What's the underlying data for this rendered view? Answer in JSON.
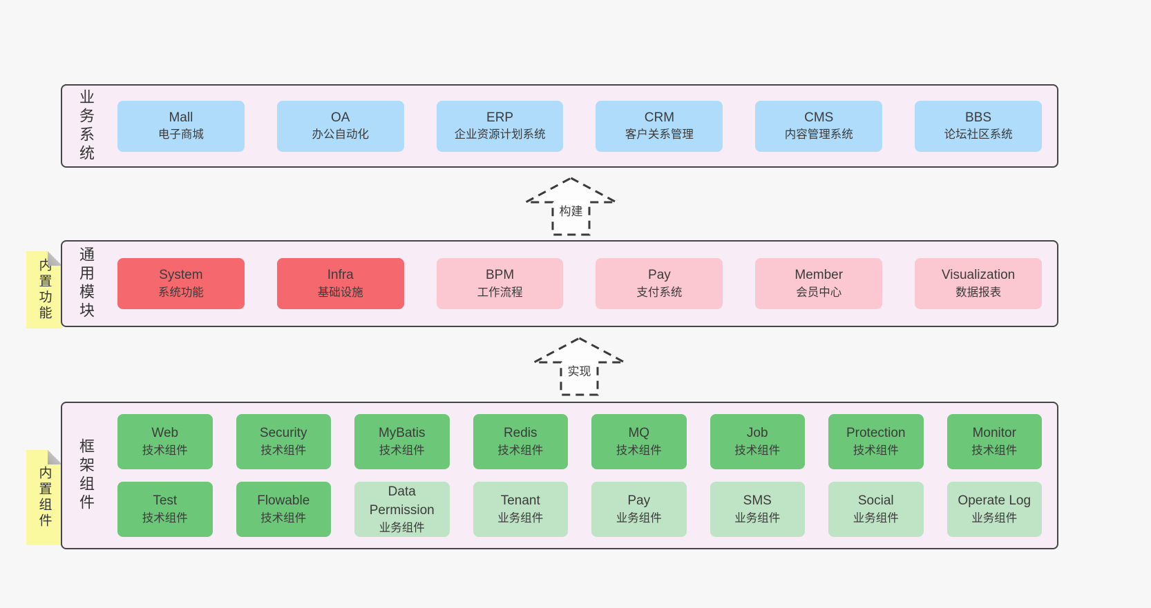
{
  "colors": {
    "background": "#f7f7f7",
    "panel_bg": "#f8edf6",
    "panel_border": "#454545",
    "blue": "#aedcfa",
    "red": "#f5696e",
    "pink": "#fbc8d1",
    "green": "#6dc779",
    "light_green": "#bfe3c5",
    "tab_yellow": "#fbf9a0"
  },
  "business": {
    "label": "业务系统",
    "boxes": [
      {
        "name": "Mall",
        "desc": "电子商城"
      },
      {
        "name": "OA",
        "desc": "办公自动化"
      },
      {
        "name": "ERP",
        "desc": "企业资源计划系统"
      },
      {
        "name": "CRM",
        "desc": "客户关系管理"
      },
      {
        "name": "CMS",
        "desc": "内容管理系统"
      },
      {
        "name": "BBS",
        "desc": "论坛社区系统"
      }
    ]
  },
  "modules": {
    "label": "通用模块",
    "tab": "内置功能",
    "boxes": [
      {
        "name": "System",
        "desc": "系统功能"
      },
      {
        "name": "Infra",
        "desc": "基础设施"
      },
      {
        "name": "BPM",
        "desc": "工作流程"
      },
      {
        "name": "Pay",
        "desc": "支付系统"
      },
      {
        "name": "Member",
        "desc": "会员中心"
      },
      {
        "name": "Visualization",
        "desc": "数据报表"
      }
    ]
  },
  "components": {
    "label": "框架组件",
    "tab": "内置组件",
    "row1": [
      {
        "name": "Web",
        "desc": "技术组件"
      },
      {
        "name": "Security",
        "desc": "技术组件"
      },
      {
        "name": "MyBatis",
        "desc": "技术组件"
      },
      {
        "name": "Redis",
        "desc": "技术组件"
      },
      {
        "name": "MQ",
        "desc": "技术组件"
      },
      {
        "name": "Job",
        "desc": "技术组件"
      },
      {
        "name": "Protection",
        "desc": "技术组件"
      },
      {
        "name": "Monitor",
        "desc": "技术组件"
      }
    ],
    "row2": [
      {
        "name": "Test",
        "desc": "技术组件"
      },
      {
        "name": "Flowable",
        "desc": "技术组件"
      },
      {
        "name": "Data Permission",
        "desc": "业务组件"
      },
      {
        "name": "Tenant",
        "desc": "业务组件"
      },
      {
        "name": "Pay",
        "desc": "业务组件"
      },
      {
        "name": "SMS",
        "desc": "业务组件"
      },
      {
        "name": "Social",
        "desc": "业务组件"
      },
      {
        "name": "Operate Log",
        "desc": "业务组件"
      }
    ]
  },
  "arrows": {
    "build": "构建",
    "implement": "实现"
  }
}
